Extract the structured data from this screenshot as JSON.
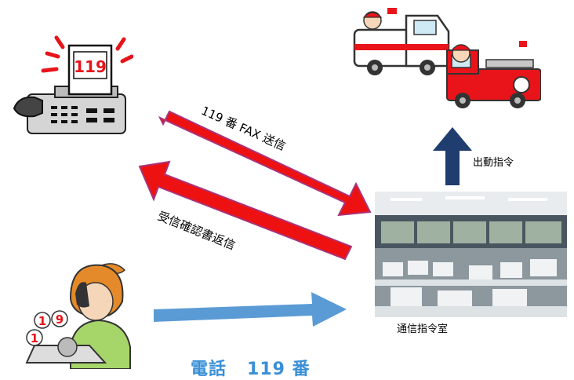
{
  "labels": {
    "fax_send": "119 番 FAX 送信",
    "confirm_return": "受信確認書返信",
    "dispatch": "出動指令",
    "command_room": "通信指令室",
    "phone_word": "電話",
    "phone_number": "119 番"
  },
  "fax_machine": {
    "screen_text": "119"
  },
  "caller": {
    "digits": [
      "1",
      "1",
      "9"
    ]
  },
  "colors": {
    "red_arrow": "#ee1111",
    "arrow_edge": "#aa3377",
    "blue_arrow": "#5b9bd5",
    "dispatch_arrow": "#1f3d6e",
    "phone_label": "#3a8fd6"
  }
}
